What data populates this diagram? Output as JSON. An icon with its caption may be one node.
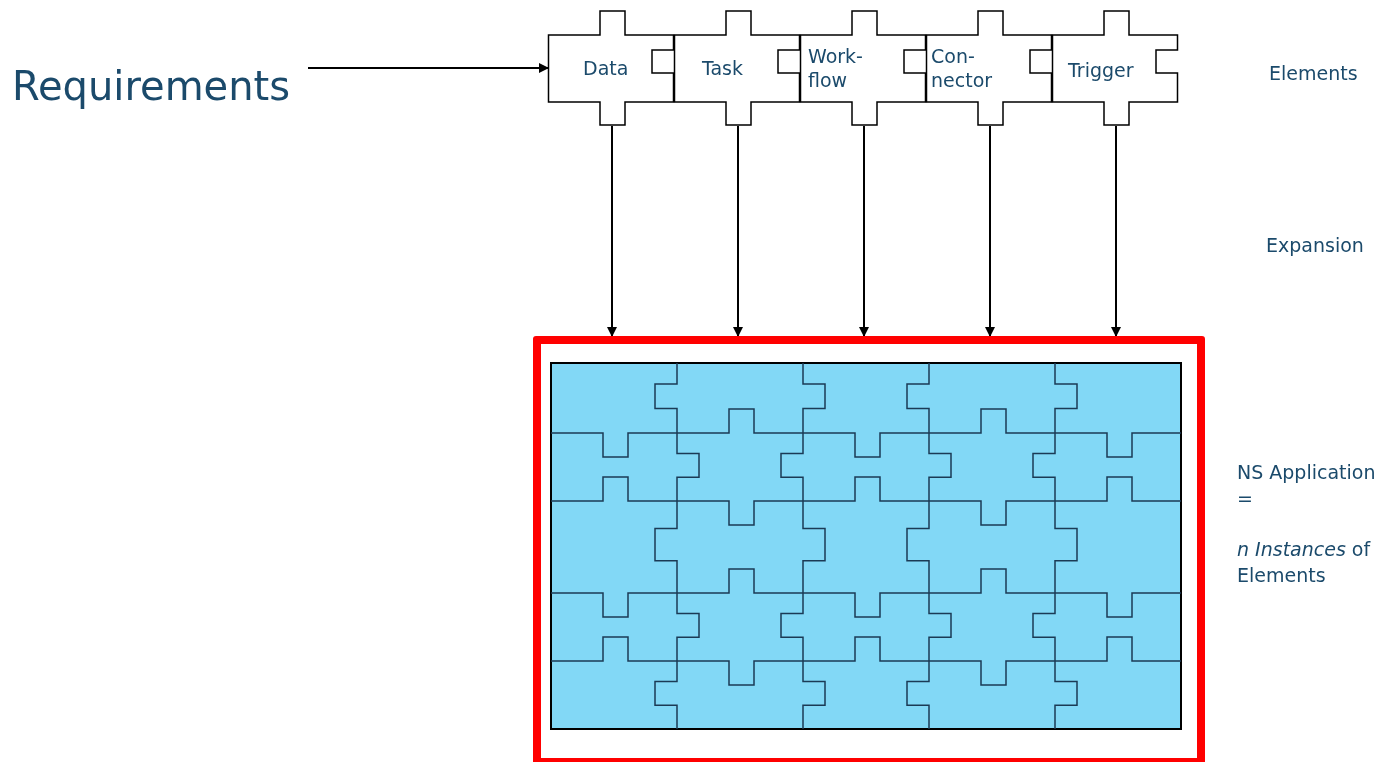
{
  "diagram": {
    "nodes": [
      {
        "text": [
          "Requirements"
        ]
      },
      {
        "text": [
          "Data"
        ]
      },
      {
        "text": [
          "Task"
        ]
      },
      {
        "text": [
          "Work- flow"
        ]
      },
      {
        "text": [
          "Con- nector"
        ]
      },
      {
        "text": [
          "Trigger"
        ]
      },
      {
        "text": [],
        "shape": "picture"
      }
    ],
    "edges": [
      {
        "from": 0,
        "to": 1,
        "arrow": "to"
      },
      {
        "from": 1,
        "to": 6,
        "arrow": "to"
      },
      {
        "from": 2,
        "to": 6,
        "arrow": "to"
      },
      {
        "from": 3,
        "to": 6,
        "arrow": "to"
      },
      {
        "from": 4,
        "to": 6,
        "arrow": "to"
      },
      {
        "from": 5,
        "to": 6,
        "arrow": "to"
      }
    ],
    "labels": [
      "Elements",
      "Expansion",
      "NS Application =",
      "*n Instances* of Elements"
    ]
  }
}
